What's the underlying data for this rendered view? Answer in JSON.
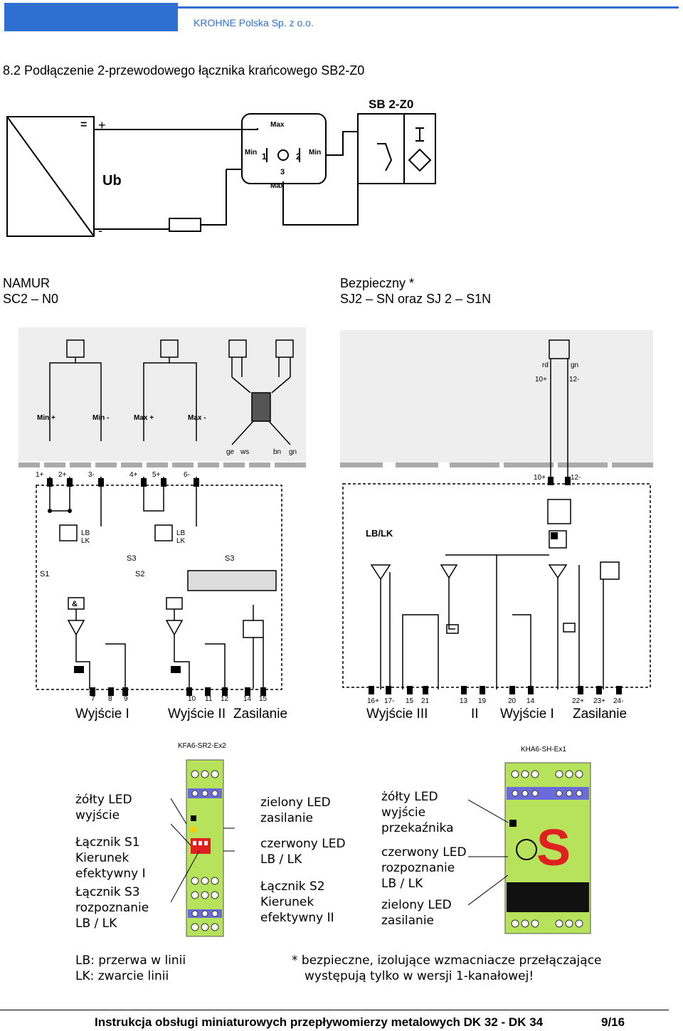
{
  "header": {
    "company": "KROHNE Polska Sp. z  o.o."
  },
  "section": {
    "title": "8.2 Podłączenie 2-przewodowego łącznika krańcowego SB2-Z0"
  },
  "top_diagram": {
    "device": "SB 2-Z0",
    "supply": "Ub",
    "plus": "+",
    "minus": "-",
    "eq": "=",
    "max_top": "Max",
    "max_bottom": "Max",
    "min_left": "Min",
    "min_right": "Min",
    "t1": "1",
    "t2": "2",
    "t3": "3"
  },
  "namur": {
    "title": "NAMUR",
    "code": "SC2 – N0"
  },
  "safe": {
    "title": "Bezpieczny *",
    "code": "SJ2 – SN oraz SJ 2 – S1N"
  },
  "left_wiring": {
    "labels": [
      "Min +",
      "Min -",
      "Max +",
      "Max -"
    ],
    "wires": [
      "ge",
      "ws",
      "bn",
      "gn"
    ],
    "top_terms": [
      "1+",
      "2+",
      "3-",
      "4+",
      "5+",
      "6-"
    ],
    "relay1": [
      "LB",
      "LK"
    ],
    "relay2": [
      "LB",
      "LK"
    ],
    "s1": "S1",
    "s2": "S2",
    "s3a": "S3",
    "s3b": "S3",
    "amp": "&",
    "bottom_terms": [
      "7",
      "8",
      "9",
      "10",
      "11",
      "12",
      "14",
      "15"
    ]
  },
  "right_wiring": {
    "wire_rd": "rd",
    "wire_gn": "gn",
    "term_a": "10+",
    "term_b": "12-",
    "term_c": "10+",
    "term_d": "12-",
    "lblk": "LB/LK",
    "bottom_terms": [
      "16+",
      "17-",
      "15",
      "21",
      "13",
      "19",
      "20",
      "14",
      "22+",
      "23+",
      "24-"
    ]
  },
  "outputs_left": {
    "out1": "Wyjście I",
    "out2": "Wyjście II",
    "supply": "Zasilanie"
  },
  "outputs_right": {
    "out3": "Wyjście III",
    "ii": "II",
    "out1": "Wyjście I",
    "supply": "Zasilanie"
  },
  "module_left": {
    "name": "KFA6-SR2-Ex2",
    "l1": "żółty LED",
    "l2": "wyjście",
    "l3": "Łącznik S1",
    "l4": "Kierunek",
    "l5": "efektywny I",
    "l6": "Łącznik S3",
    "l7": "rozpoznanie",
    "l8": "LB / LK",
    "r1": "zielony LED",
    "r2": "zasilanie",
    "r3": "czerwony LED",
    "r4": "LB / LK",
    "r5": "Łącznik S2",
    "r6": "Kierunek",
    "r7": "efektywny II"
  },
  "module_right": {
    "name": "KHA6-SH-Ex1",
    "l1": "żółty LED",
    "l2": "wyjście",
    "l3": "przekaźnika",
    "l4": "czerwony LED",
    "l5": "rozpoznanie",
    "l6": "LB / LK",
    "l7": "zielony LED",
    "l8": "zasilanie",
    "s_letter": "S"
  },
  "legend": {
    "lb": "LB: przerwa w linii",
    "lk": "LK: zwarcie linii"
  },
  "note": {
    "line1": "* bezpieczne, izolujące wzmacniacze przełączające",
    "line2": "występują tylko w wersji 1-kanałowej!"
  },
  "footer": {
    "text": "Instrukcja obsługi miniaturowych przepływomierzy metalowych DK 32 - DK 34",
    "page": "9/16"
  },
  "colors": {
    "accent": "#2f6fd1",
    "module_green": "#b7e25c",
    "terminal_blue": "#6a6ad8",
    "red": "#e02020"
  }
}
